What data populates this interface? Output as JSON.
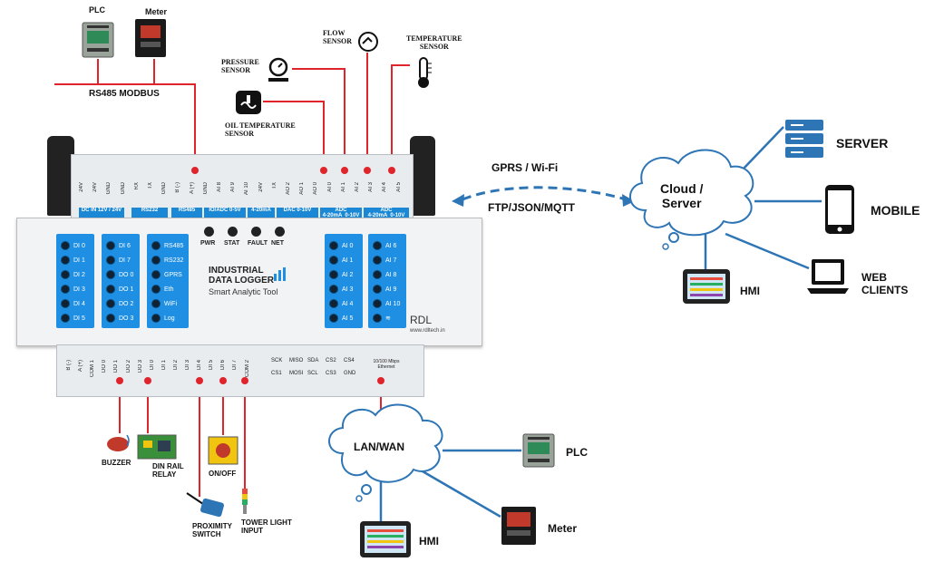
{
  "top": {
    "plc": "PLC",
    "meter": "Meter",
    "rs485": "RS485 MODBUS",
    "flow": "FLOW\nSENSOR",
    "temperature": "TEMPERATURE\nSENSOR",
    "pressure": "PRESSURE\nSENSOR",
    "oil_temp": "OIL TEMPERATURE\nSENSOR"
  },
  "device": {
    "title_line1": "INDUSTRIAL",
    "title_line2": "DATA LOGGER",
    "subtitle": "Smart Analytic Tool",
    "brand": "RDL",
    "url": "www.rdltech.in",
    "top_terminals": [
      "24V",
      "24V",
      "GND",
      "GND",
      "RX",
      "TX",
      "GND",
      "B (-)",
      "A (+)",
      "GND",
      "AI 8",
      "AI 9",
      "AI 10",
      "24V",
      "TX",
      "AO 2",
      "AO 1",
      "AO 0",
      "AI 0",
      "AI 1",
      "AI 2",
      "AI 3",
      "AI 4",
      "AI 5"
    ],
    "top_strips": [
      "DC IN 12V / 24V",
      "RS232",
      "RS485",
      "IO/ADC 0-5V",
      "4-20mA",
      "DAC 0-10V",
      "ADC\n4-20mA  0-10V",
      "ADC\n4-20mA  0-10V"
    ],
    "status_leds": [
      "PWR",
      "STAT",
      "FAULT",
      "NET"
    ],
    "panel_di": [
      "DI 0",
      "DI 1",
      "DI 2",
      "DI 3",
      "DI 4",
      "DI 5"
    ],
    "panel_do": [
      "DI 6",
      "DI 7",
      "DO 0",
      "DO 1",
      "DO 2",
      "DO 3"
    ],
    "panel_comm": [
      "RS485",
      "RS232",
      "GPRS",
      "Eth",
      "WiFi",
      "Log"
    ],
    "panel_ai_a": [
      "AI 0",
      "AI 1",
      "AI 2",
      "AI 3",
      "AI 4",
      "AI 5"
    ],
    "panel_ai_b": [
      "AI 6",
      "AI 7",
      "AI 8",
      "AI 9",
      "AI 10"
    ],
    "bottom_terminals": [
      "B (-)",
      "A (+)",
      "COM 1",
      "DO 0",
      "DO 1",
      "DO 2",
      "DO 3",
      "DI 0",
      "DI 1",
      "DI 2",
      "DI 3",
      "DI 4",
      "DI 5",
      "DI 6",
      "DI 7",
      "COM 2"
    ],
    "spi_top": [
      "SCK",
      "MISO",
      "SDA",
      "CS2",
      "CS4"
    ],
    "spi_bottom": [
      "CS1",
      "MOSI",
      "SCL",
      "CS3",
      "GND"
    ],
    "ethernet": "10/100 Mbps\nEthernet"
  },
  "link": {
    "gprs": "GPRS / Wi-Fi",
    "ftp": "FTP/JSON/MQTT"
  },
  "cloud": {
    "label": "Cloud /\nServer",
    "server": "SERVER",
    "mobile": "MOBILE",
    "hmi": "HMI",
    "web": "WEB\nCLIENTS"
  },
  "outputs": {
    "buzzer": "BUZZER",
    "relay": "DIN RAIL\nRELAY",
    "onoff": "ON/OFF",
    "proximity": "PROXIMITY\nSWITCH",
    "tower": "TOWER LIGHT\nINPUT"
  },
  "lan": {
    "label": "LAN/WAN",
    "plc": "PLC",
    "meter": "Meter",
    "hmi": "HMI"
  },
  "colors": {
    "wire_red": "#e0242c",
    "wire_blue": "#2e75b6",
    "panel_blue": "#1f8fe3"
  }
}
